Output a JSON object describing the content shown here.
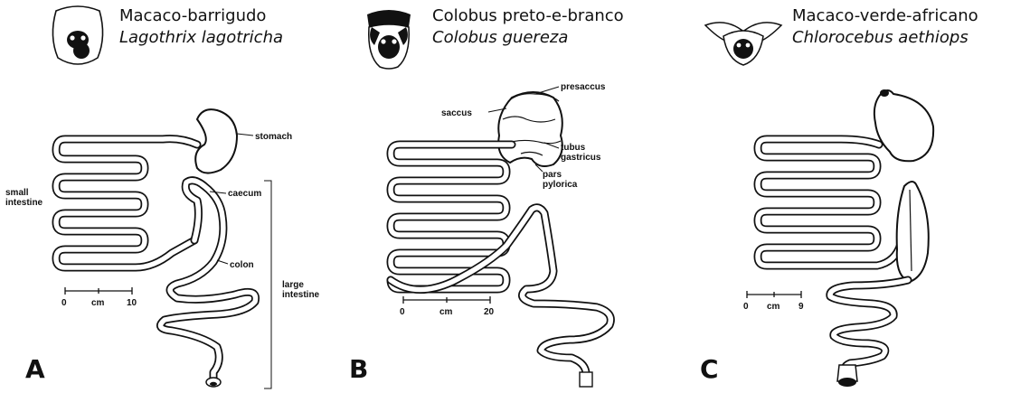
{
  "panels": [
    {
      "letter": "A",
      "common_name": "Macaco-barrigudo",
      "scientific_name": "Lagothrix lagotricha",
      "labels": {
        "stomach": "stomach",
        "small_intestine": "small\nintestine",
        "caecum": "caecum",
        "colon": "colon",
        "large_intestine": "large\nintestine"
      },
      "scale": {
        "start": "0",
        "unit": "cm",
        "end": "10"
      }
    },
    {
      "letter": "B",
      "common_name": "Colobus preto-e-branco",
      "scientific_name": "Colobus guereza",
      "labels": {
        "presaccus": "presaccus",
        "saccus": "saccus",
        "tubus_gastricus": "tubus\ngastricus",
        "pars_pylorica": "pars\npylorica"
      },
      "scale": {
        "start": "0",
        "unit": "cm",
        "end": "20"
      }
    },
    {
      "letter": "C",
      "common_name": "Macaco-verde-africano",
      "scientific_name": "Chlorocebus aethiops",
      "labels": {},
      "scale": {
        "start": "0",
        "unit": "cm",
        "end": "9"
      }
    }
  ],
  "icons": [
    "woolly-monkey-face-icon",
    "colobus-face-icon",
    "vervet-face-icon"
  ]
}
